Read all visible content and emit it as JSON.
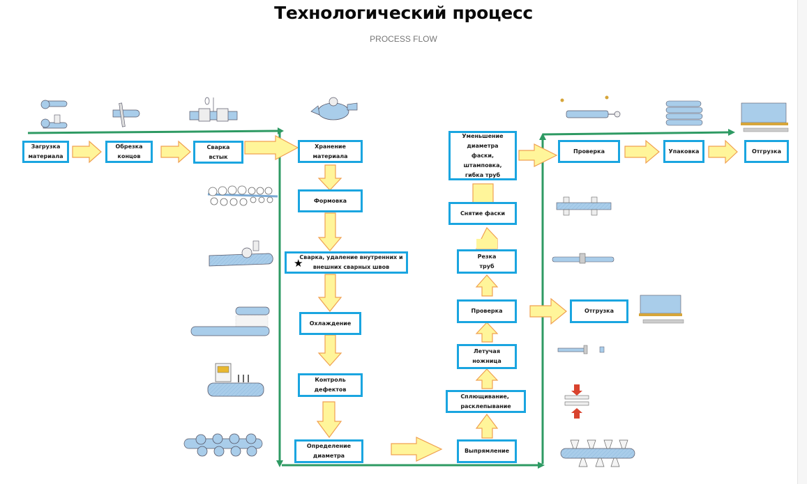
{
  "header": {
    "title": "Технологический процесс",
    "subtitle": "PROCESS FLOW"
  },
  "colors": {
    "box_border": "#1aa5e0",
    "arrow_fill": "#fff59a",
    "arrow_stroke": "#f0a050",
    "flow_line": "#2e9a63",
    "illustration_blue": "#a9cdea"
  },
  "steps": {
    "load": "Загрузка\nматериала",
    "trim": "Обрезка\nконцов",
    "butt_weld": "Сварка\nвстык",
    "storage": "Хранение\nматериала",
    "forming": "Формовка",
    "welding": "Сварка, удаление внутренних и\nвнешних сварных швов",
    "cooling": "Охлаждение",
    "defect_control": "Контроль\nдефектов",
    "sizing": "Определение\nдиаметра",
    "straightening": "Выпрямление",
    "flattening": "Сплющивание,\nрасклепывание",
    "flying_saw": "Летучая\nножница",
    "inspection_1": "Проверка",
    "cutting": "Резка\nтруб",
    "chamfering": "Снятие фаски",
    "reducing": "Уменьшение диаметра\nфаски, штамповка,\nгибка труб",
    "inspection_2": "Проверка",
    "packing": "Упаковка",
    "shipping_1": "Отгрузка",
    "shipping_2": "Отгрузка"
  },
  "icons": {
    "star": "★"
  }
}
